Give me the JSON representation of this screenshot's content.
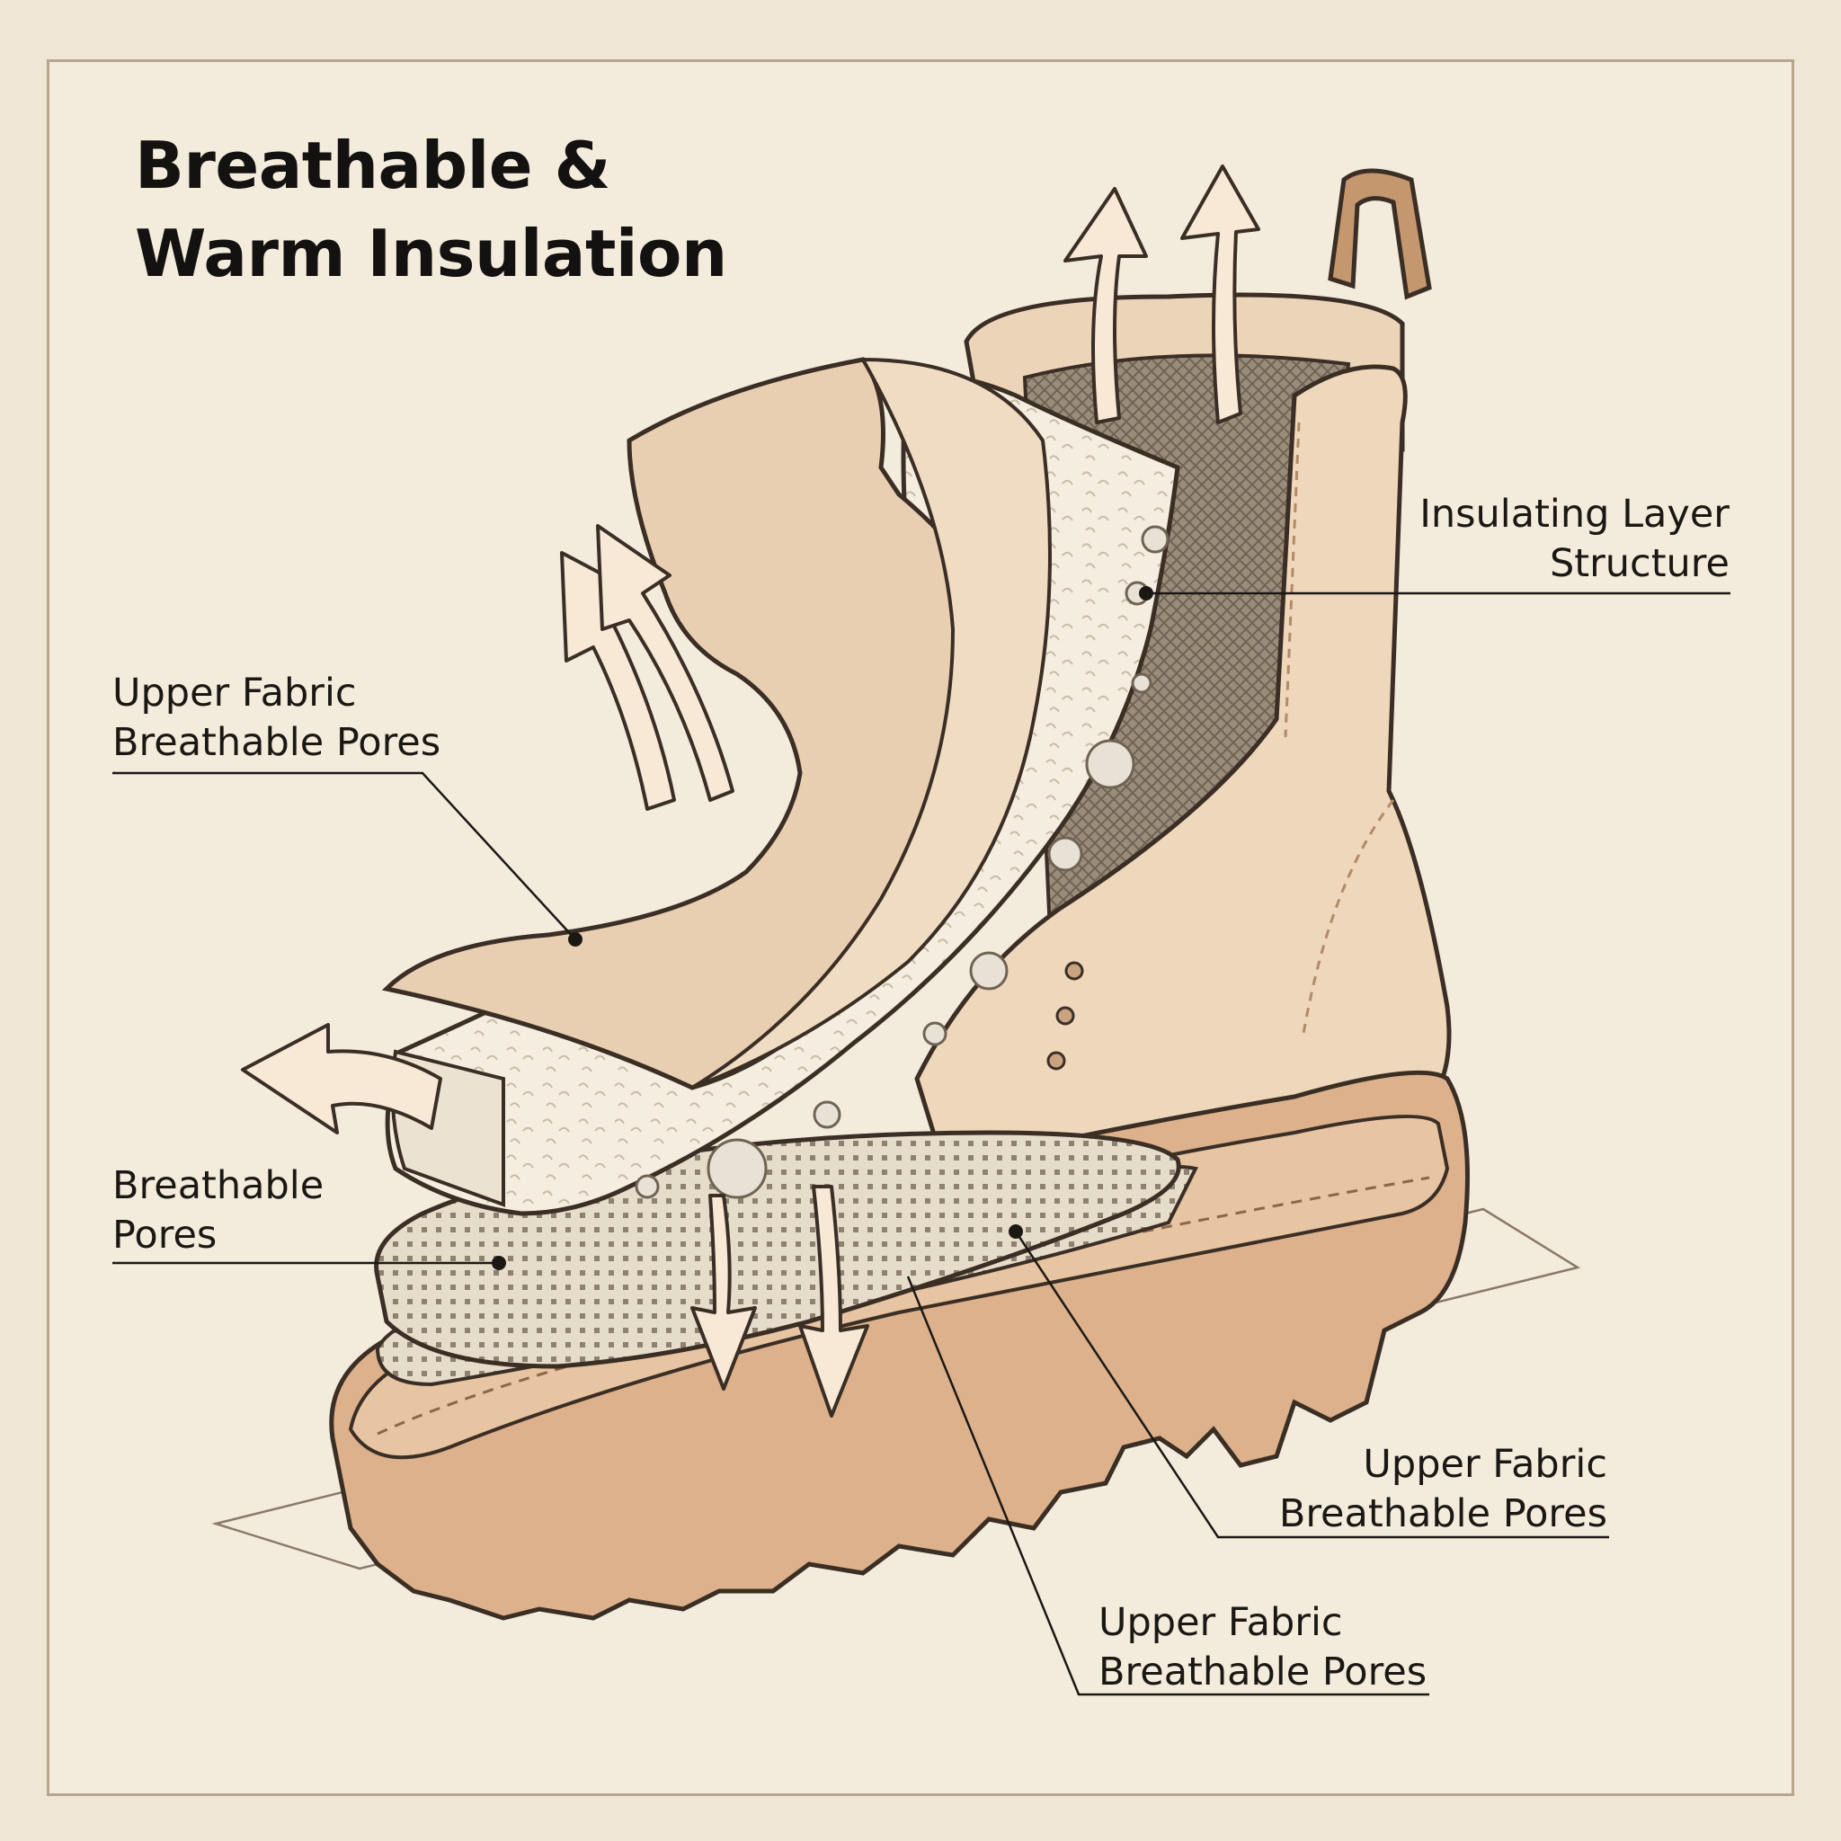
{
  "title": {
    "line1": "Breathable &",
    "line2": "Warm Insulation"
  },
  "callouts": {
    "upper_fabric_left": {
      "line1": "Upper Fabric",
      "line2": "Breathable Pores"
    },
    "breathable_pores": {
      "line1": "Breathable",
      "line2": "Pores"
    },
    "insulating_layer": {
      "line1": "Insulating Layer",
      "line2": "Structure"
    },
    "upper_fabric_right": {
      "line1": "Upper Fabric",
      "line2": "Breathable Pores"
    },
    "upper_fabric_bottom": {
      "line1": "Upper Fabric",
      "line2": "Breathable Pores"
    }
  },
  "colors": {
    "leather": "#efd7bc",
    "leather_dark": "#c9a27f",
    "sole": "#dcb18b",
    "sole_dark": "#c0906a",
    "fur": "#f4ede0",
    "outline": "#3a2e25",
    "airflow": "#f7e9d6"
  }
}
